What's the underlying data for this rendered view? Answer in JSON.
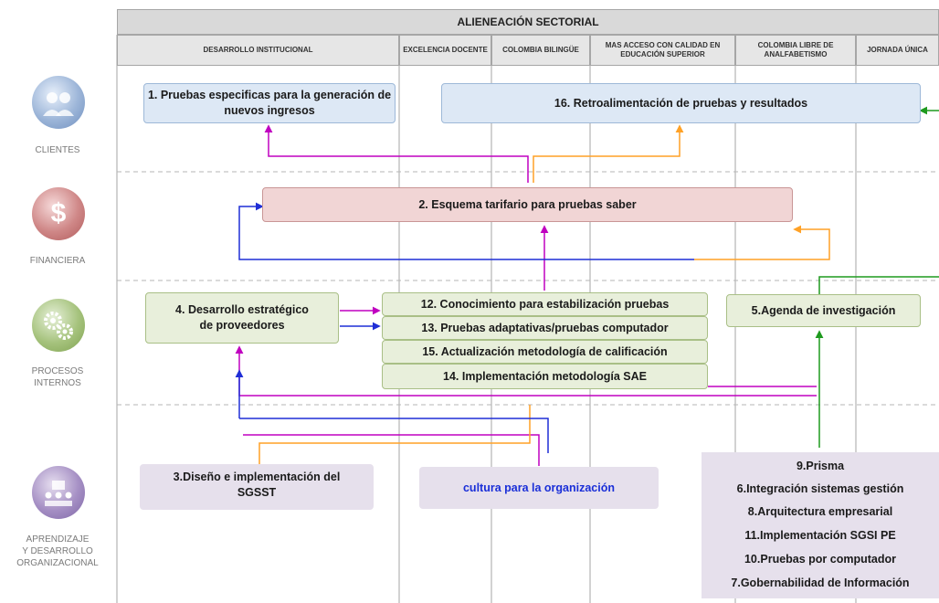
{
  "header": {
    "title": "ALIENEACIÓN SECTORIAL",
    "columns": [
      "DESARROLLO INSTITUCIONAL",
      "EXCELENCIA DOCENTE",
      "COLOMBIA BILINGÜE",
      "MAS ACCESO CON CALIDAD EN EDUCACIÓN SUPERIOR",
      "COLOMBIA LIBRE DE ANALFABETISMO",
      "JORNADA ÚNICA"
    ]
  },
  "perspectives": {
    "clientes": "CLIENTES",
    "financiera": "FINANCIERA",
    "procesos": "PROCESOS\nINTERNOS",
    "aprendizaje": "APRENDIZAJE\nY DESARROLLO\nORGANIZACIONAL"
  },
  "icons": {
    "clientes": "people-icon",
    "financiera": "dollar-icon",
    "procesos": "gears-icon",
    "aprendizaje": "meeting-icon"
  },
  "objectives": {
    "o1": "1. Pruebas especificas para la generación de nuevos ingresos",
    "o16": "16. Retroalimentación de pruebas y resultados",
    "o2": "2. Esquema tarifario para pruebas saber",
    "o4": "4. Desarrollo estratégico de proveedores",
    "o12": "12. Conocimiento para estabilización pruebas",
    "o13": "13. Pruebas adaptativas/pruebas computador",
    "o15": "15. Actualización metodología de calificación",
    "o14": "14. Implementación metodología SAE",
    "o5": "5.Agenda de investigación",
    "o3": "3.Diseño e implementación del SGSST",
    "cultura": "cultura para la organización",
    "list": [
      "9.Prisma",
      "6.Integración sistemas gestión",
      "8.Arquitectura empresarial",
      "11.Implementación SGSI PE",
      "10.Pruebas por computador",
      "7.Gobernabilidad de Información"
    ]
  },
  "colors": {
    "magenta": "#c000c0",
    "orange": "#ffa126",
    "blue": "#1f2ed6",
    "green": "#1e9a1e",
    "cultura_text": "#1a2fd8"
  }
}
